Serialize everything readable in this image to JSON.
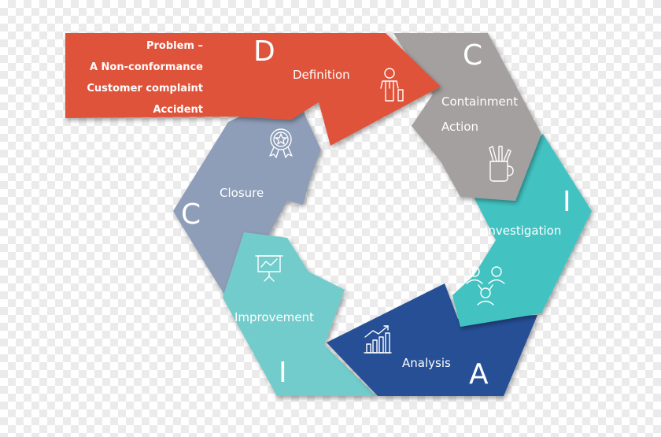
{
  "problem": {
    "heading": "Problem –",
    "items": [
      "A Non-conformance",
      "Customer complaint",
      "Accident"
    ]
  },
  "steps": {
    "definition": {
      "letter": "D",
      "label": "Definition",
      "color": "#e0533b",
      "icon": "person-presenting-icon"
    },
    "containment": {
      "letter": "C",
      "label_line1": "Containment",
      "label_line2": "Action",
      "color": "#a3a09f",
      "icon": "pencil-cup-icon"
    },
    "investigation": {
      "letter": "I",
      "label": "Investigation",
      "color": "#43c3c2",
      "icon": "team-people-icon"
    },
    "analysis": {
      "letter": "A",
      "label": "Analysis",
      "color": "#284f96",
      "icon": "bar-chart-trend-icon"
    },
    "improvement": {
      "letter": "I",
      "label": "Improvement",
      "color": "#72cccb",
      "icon": "presentation-board-icon"
    },
    "closure": {
      "letter": "C",
      "label": "Closure",
      "color": "#8e9db8",
      "icon": "award-ribbon-icon"
    }
  }
}
